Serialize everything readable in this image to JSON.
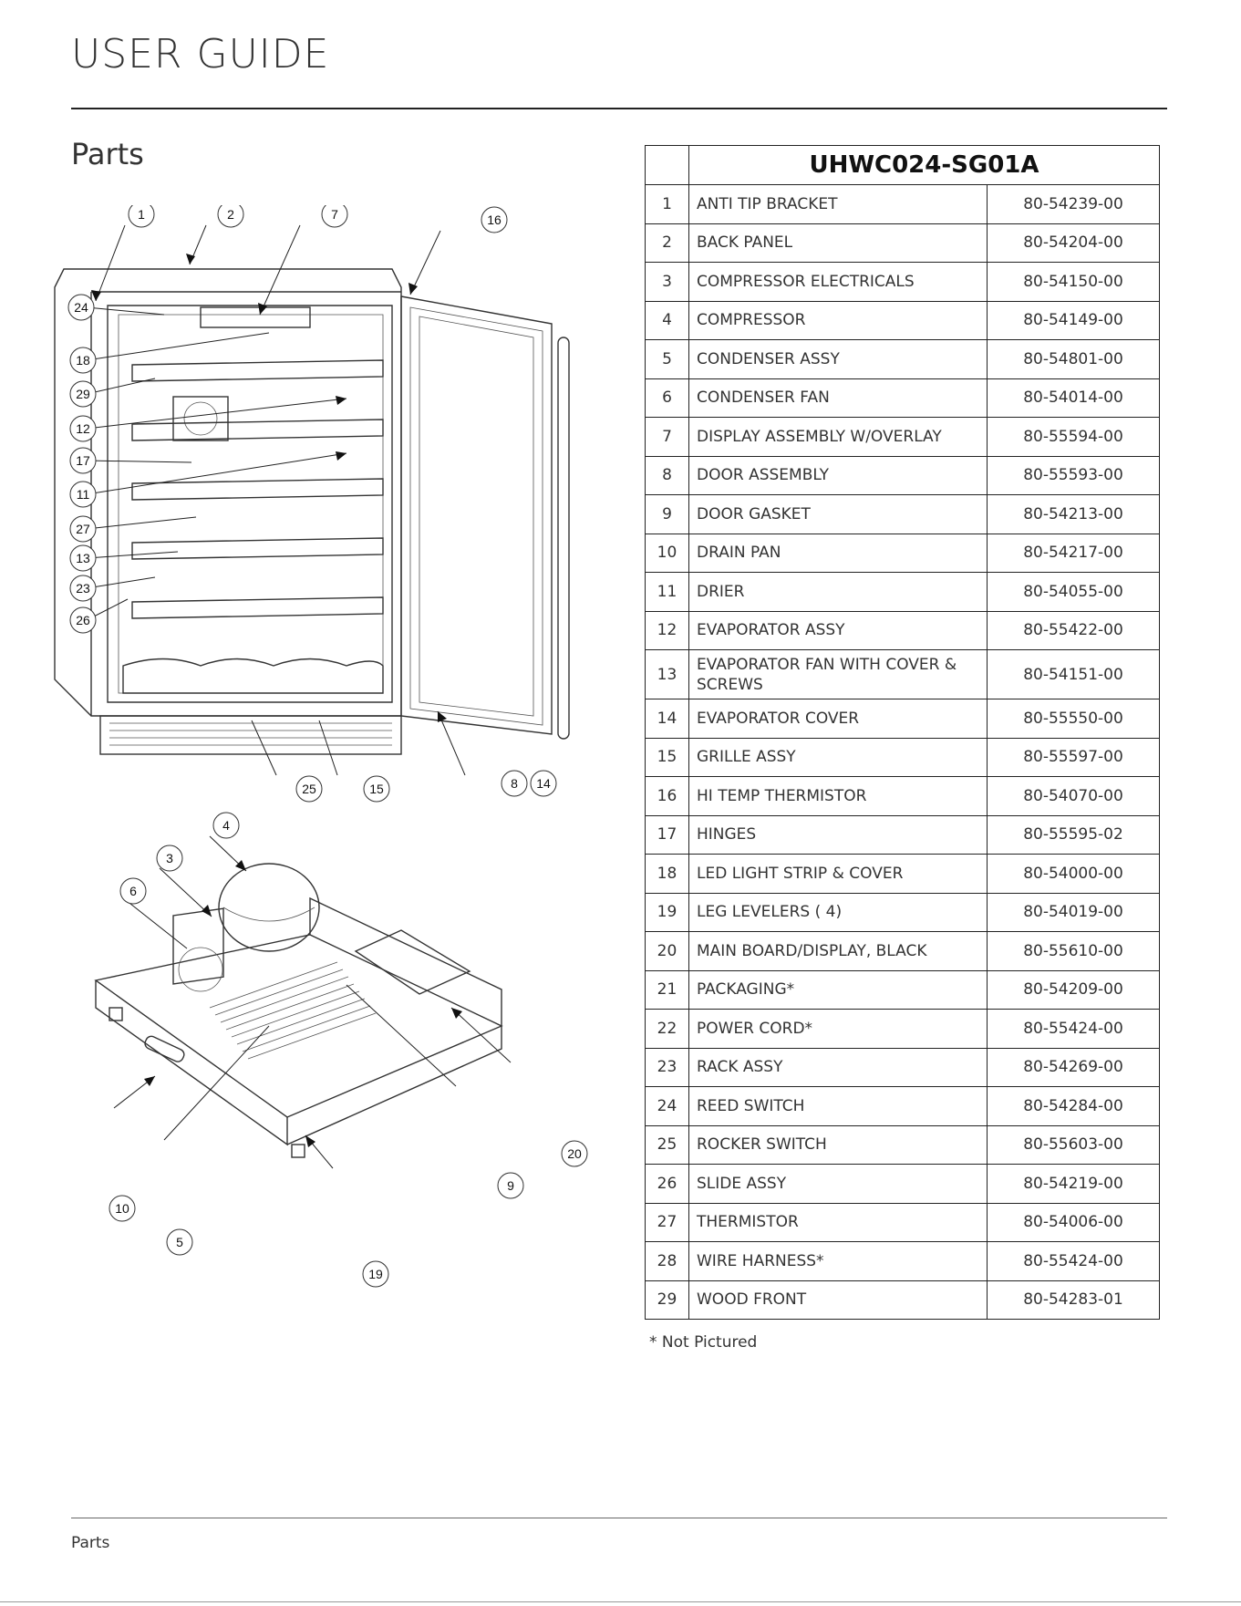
{
  "header": {
    "title": "USER GUIDE"
  },
  "section": {
    "title": "Parts"
  },
  "table": {
    "model": "UHWC024-SG01A",
    "rows": [
      {
        "num": "1",
        "desc": "ANTI TIP BRACKET",
        "pn": "80-54239-00"
      },
      {
        "num": "2",
        "desc": "BACK PANEL",
        "pn": "80-54204-00"
      },
      {
        "num": "3",
        "desc": "COMPRESSOR ELECTRICALS",
        "pn": "80-54150-00"
      },
      {
        "num": "4",
        "desc": "COMPRESSOR",
        "pn": "80-54149-00"
      },
      {
        "num": "5",
        "desc": "CONDENSER ASSY",
        "pn": "80-54801-00"
      },
      {
        "num": "6",
        "desc": "CONDENSER FAN",
        "pn": "80-54014-00"
      },
      {
        "num": "7",
        "desc": "DISPLAY ASSEMBLY W/OVERLAY",
        "pn": "80-55594-00"
      },
      {
        "num": "8",
        "desc": "DOOR ASSEMBLY",
        "pn": "80-55593-00"
      },
      {
        "num": "9",
        "desc": "DOOR GASKET",
        "pn": "80-54213-00"
      },
      {
        "num": "10",
        "desc": "DRAIN PAN",
        "pn": "80-54217-00"
      },
      {
        "num": "11",
        "desc": "DRIER",
        "pn": "80-54055-00"
      },
      {
        "num": "12",
        "desc": "EVAPORATOR ASSY",
        "pn": "80-55422-00"
      },
      {
        "num": "13",
        "desc": "EVAPORATOR FAN WITH COVER & SCREWS",
        "pn": "80-54151-00"
      },
      {
        "num": "14",
        "desc": "EVAPORATOR COVER",
        "pn": "80-55550-00"
      },
      {
        "num": "15",
        "desc": "GRILLE ASSY",
        "pn": "80-55597-00"
      },
      {
        "num": "16",
        "desc": "HI TEMP THERMISTOR",
        "pn": "80-54070-00"
      },
      {
        "num": "17",
        "desc": "HINGES",
        "pn": "80-55595-02"
      },
      {
        "num": "18",
        "desc": "LED LIGHT STRIP & COVER",
        "pn": "80-54000-00"
      },
      {
        "num": "19",
        "desc": "LEG LEVELERS ( 4)",
        "pn": "80-54019-00"
      },
      {
        "num": "20",
        "desc": "MAIN BOARD/DISPLAY, BLACK",
        "pn": "80-55610-00"
      },
      {
        "num": "21",
        "desc": "PACKAGING*",
        "pn": "80-54209-00"
      },
      {
        "num": "22",
        "desc": "POWER CORD*",
        "pn": "80-55424-00"
      },
      {
        "num": "23",
        "desc": "RACK ASSY",
        "pn": "80-54269-00"
      },
      {
        "num": "24",
        "desc": "REED SWITCH",
        "pn": "80-54284-00"
      },
      {
        "num": "25",
        "desc": "ROCKER SWITCH",
        "pn": "80-55603-00"
      },
      {
        "num": "26",
        "desc": "SLIDE ASSY",
        "pn": "80-54219-00"
      },
      {
        "num": "27",
        "desc": "THERMISTOR",
        "pn": "80-54006-00"
      },
      {
        "num": "28",
        "desc": "WIRE HARNESS*",
        "pn": "80-55424-00"
      },
      {
        "num": "29",
        "desc": "WOOD FRONT",
        "pn": "80-54283-01"
      }
    ]
  },
  "footnote": "* Not Pictured",
  "callouts": [
    "1",
    "2",
    "7",
    "16",
    "24",
    "18",
    "29",
    "12",
    "17",
    "11",
    "27",
    "13",
    "23",
    "26",
    "25",
    "15",
    "8",
    "14",
    "4",
    "3",
    "6",
    "20",
    "9",
    "10",
    "5",
    "19"
  ],
  "footer": {
    "label": "Parts"
  }
}
